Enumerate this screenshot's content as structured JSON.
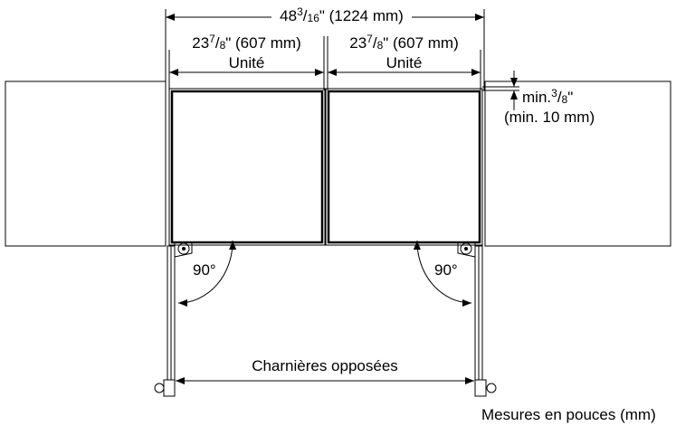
{
  "dimensions": {
    "total": {
      "whole": "48",
      "num": "3",
      "den": "16",
      "tail": "\" (1224 mm)"
    },
    "unit_left": {
      "whole": "23",
      "num": "7",
      "den": "8",
      "tail": "\" (607 mm)",
      "caption": "Unité"
    },
    "unit_right": {
      "whole": "23",
      "num": "7",
      "den": "8",
      "tail": "\" (607 mm)",
      "caption": "Unité"
    },
    "gap": {
      "prefix": "min.",
      "num": "3",
      "den": "8",
      "tail": "\"",
      "metric": "(min. 10 mm)"
    }
  },
  "angles": {
    "left": "90°",
    "right": "90°"
  },
  "hinges_label": "Charnières opposées",
  "footer": "Mesures en pouces (mm)"
}
